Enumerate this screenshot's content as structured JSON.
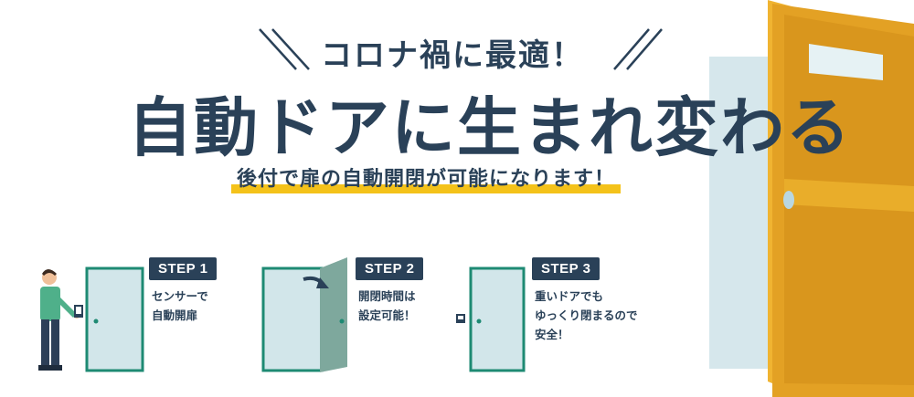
{
  "headline": {
    "lead": "コロナ禍に最適！",
    "title": "自動ドアに生まれ変わる",
    "sub": "後付で扉の自動開閉が可能になります！"
  },
  "steps": [
    {
      "badge": "STEP 1",
      "text": "センサーで\n自動開扉"
    },
    {
      "badge": "STEP 2",
      "text": "開閉時間は\n設定可能！"
    },
    {
      "badge": "STEP 3",
      "text": "重いドアでも\nゆっくり閉まるので\n安全！"
    }
  ],
  "colors": {
    "navy": "#2a4158",
    "accent_yellow": "#f4c21a",
    "door_orange": "#e3a124",
    "door_glass": "#d2e6ea",
    "door_frame": "#1e8a73"
  }
}
